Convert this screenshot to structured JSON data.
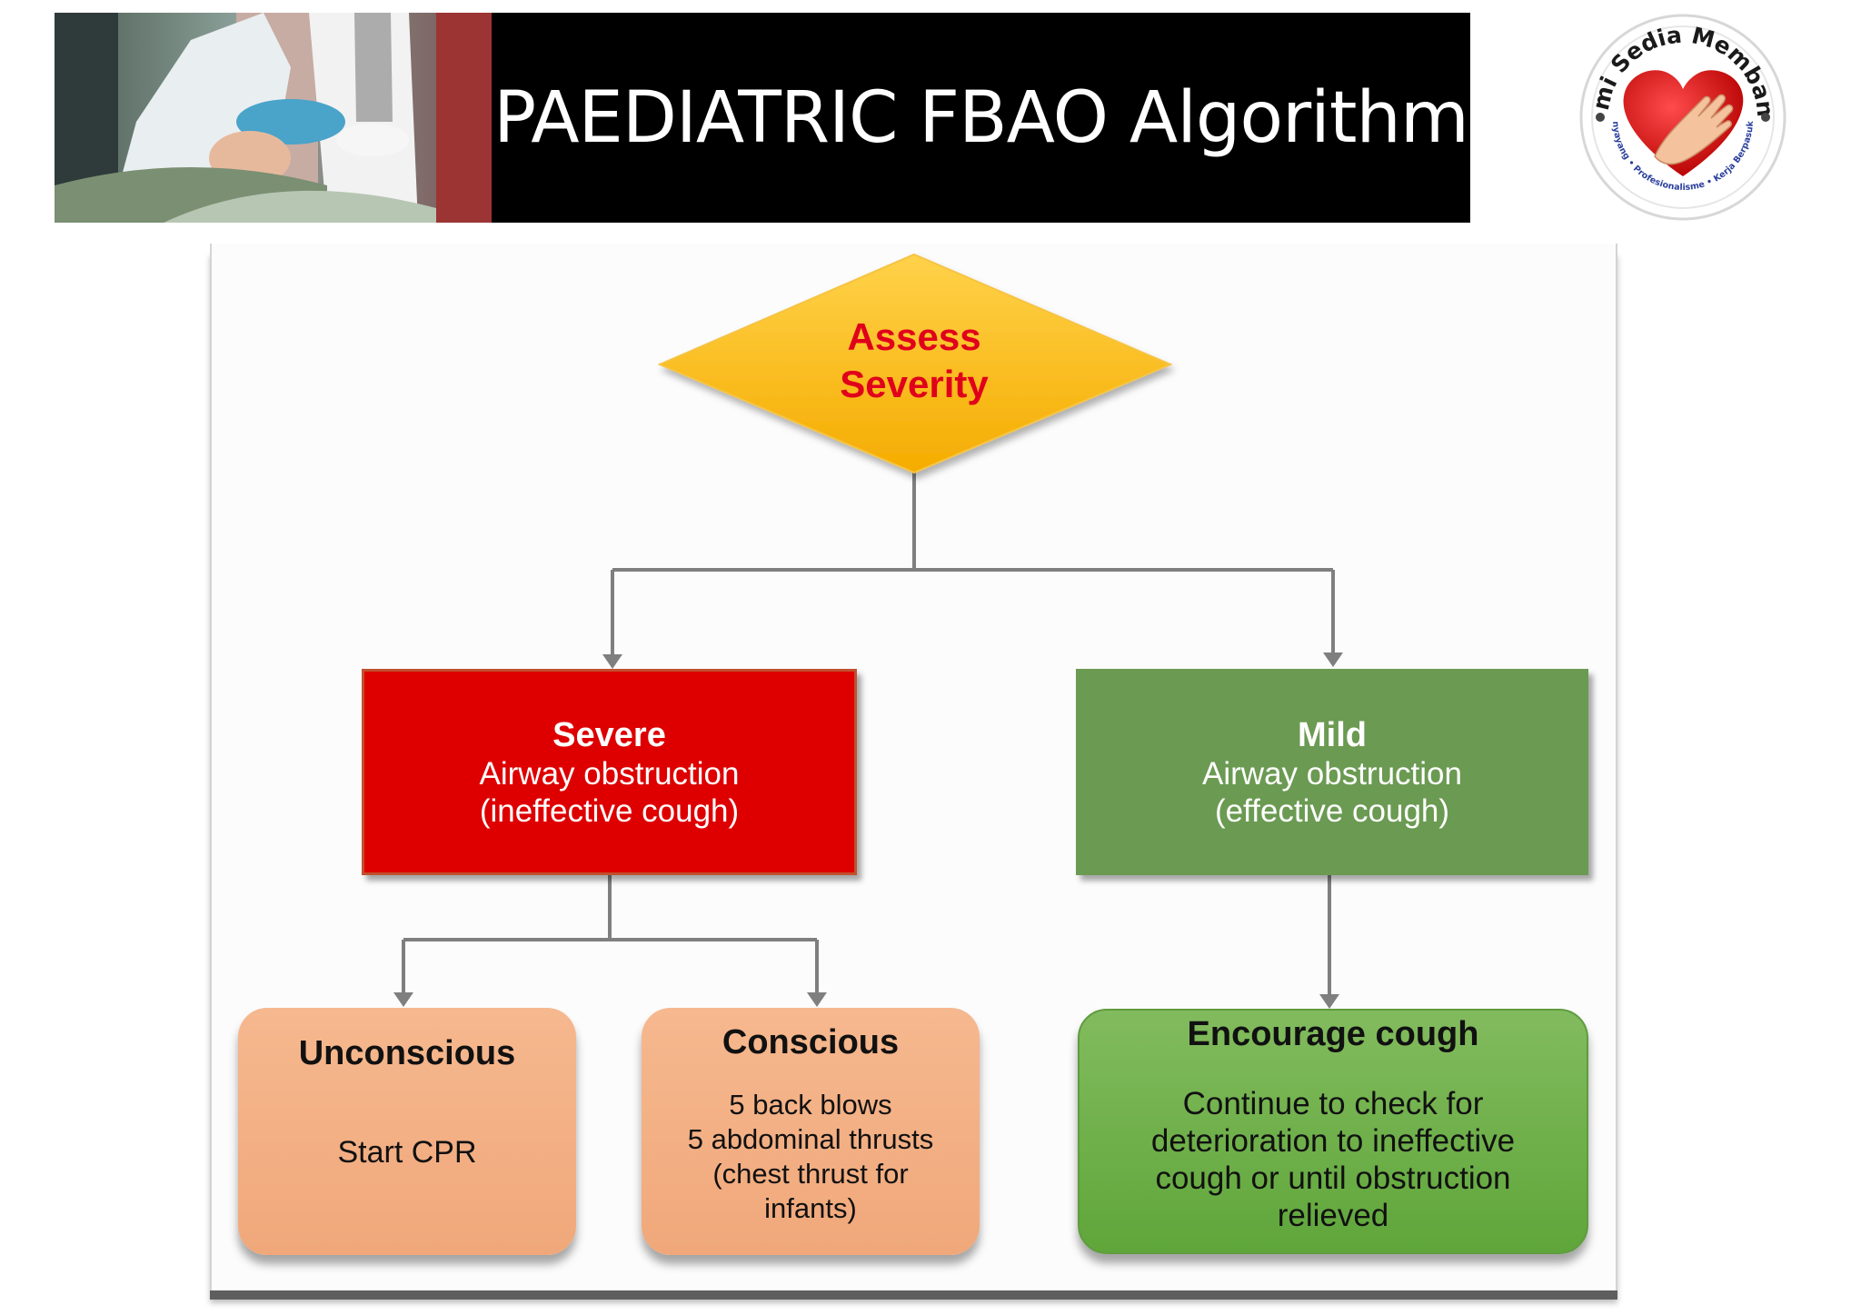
{
  "header": {
    "title": "PAEDIATRIC FBAO Algorithm"
  },
  "logo": {
    "text": "Kami Sedia Membantu",
    "subtext": "Penyayang • Profesionalisme • Kerja Berpasukan"
  },
  "flowchart": {
    "decision": {
      "line1": "Assess",
      "line2": "Severity"
    },
    "severe": {
      "title": "Severe",
      "line1": "Airway obstruction",
      "line2": "(ineffective cough)"
    },
    "mild": {
      "title": "Mild",
      "line1": "Airway obstruction",
      "line2": "(effective cough)"
    },
    "unconscious": {
      "title": "Unconscious",
      "action": "Start CPR"
    },
    "conscious": {
      "title": "Conscious",
      "lines": [
        "5 back blows",
        "5 abdominal thrusts",
        "(chest  thrust for",
        "infants)"
      ]
    },
    "encourage": {
      "title": "Encourage cough",
      "lines": [
        "Continue to check for",
        "deterioration to ineffective",
        "cough or until obstruction",
        "relieved"
      ]
    }
  },
  "colors": {
    "decision_fill": "#ffc000",
    "decision_text": "#e0001b",
    "severe": "#de0000",
    "mild": "#6b9a52",
    "orange_box": "#f4b183",
    "green_box": "#70ad47",
    "connector": "#7f7f7f"
  }
}
